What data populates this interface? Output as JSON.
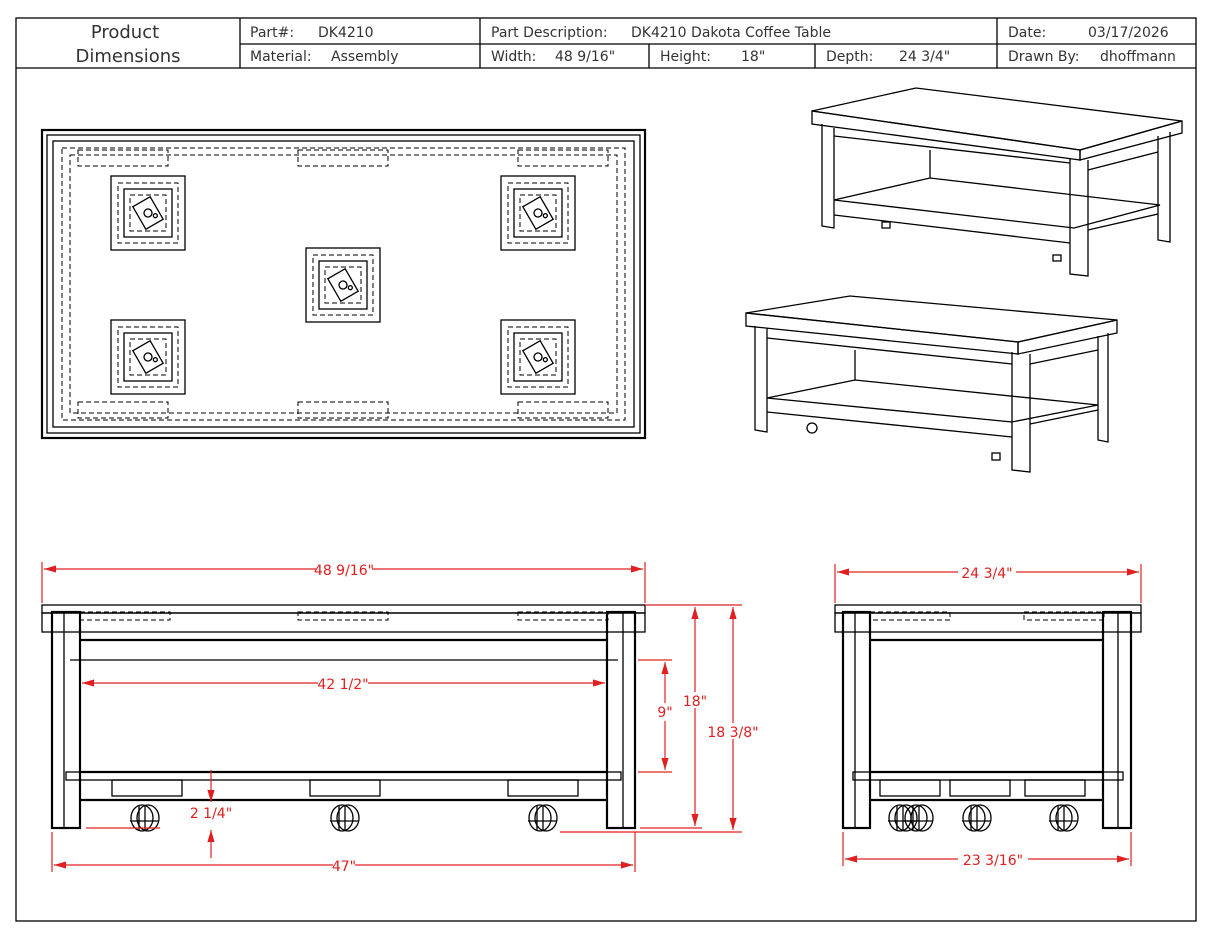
{
  "title_block": {
    "title_line1": "Product",
    "title_line2": "Dimensions",
    "part_label": "Part#:",
    "part_value": "DK4210",
    "description_label": "Part Description:",
    "description_value": "DK4210 Dakota Coffee Table",
    "date_label": "Date:",
    "date_value": "03/17/2026",
    "material_label": "Material:",
    "material_value": "Assembly",
    "width_label": "Width:",
    "width_value": "48 9/16\"",
    "height_label": "Height:",
    "height_value": "18\"",
    "depth_label": "Depth:",
    "depth_value": "24 3/4\"",
    "drawn_by_label": "Drawn By:",
    "drawn_by_value": "dhoffmann"
  },
  "dimensions": {
    "front_overall_width": "48 9/16\"",
    "front_inner_width": "42 1/2\"",
    "shelf_gap": "9\"",
    "height": "18\"",
    "height_with_casters": "18 3/8\"",
    "shelf_clearance": "2 1/4\"",
    "leg_span_width": "47\"",
    "side_overall_depth": "24 3/4\"",
    "side_leg_span": "23 3/16\""
  },
  "colors": {
    "dimension": "#e02020",
    "line": "#000000"
  }
}
